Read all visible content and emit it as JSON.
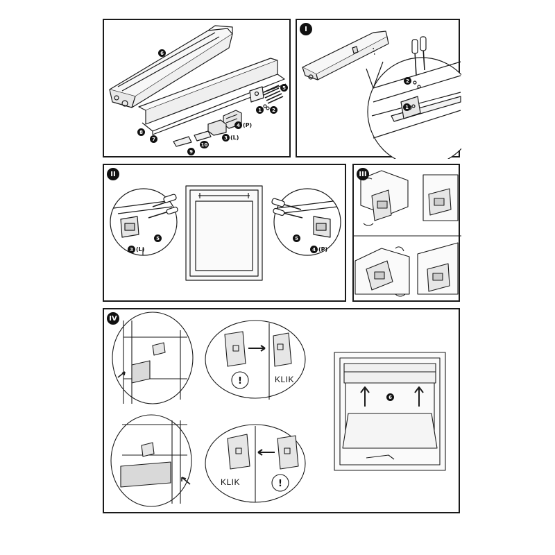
{
  "steps": {
    "I": "I",
    "II": "II",
    "III": "III",
    "IV": "IV"
  },
  "parts": {
    "p1": "1",
    "p2": "2",
    "p3": "3",
    "p3_suffix": "(L)",
    "p4": "4",
    "p4_suffix": "(P)",
    "p5": "5",
    "p6": "6",
    "p7": "7",
    "p8": "8",
    "p9": "9",
    "p10": "10"
  },
  "labels": {
    "klik": "KLIK",
    "warning": "!"
  },
  "colors": {
    "line": "#1a1a1a",
    "fill_light": "#f2f2f2",
    "fill_mid": "#d9d9d9"
  }
}
